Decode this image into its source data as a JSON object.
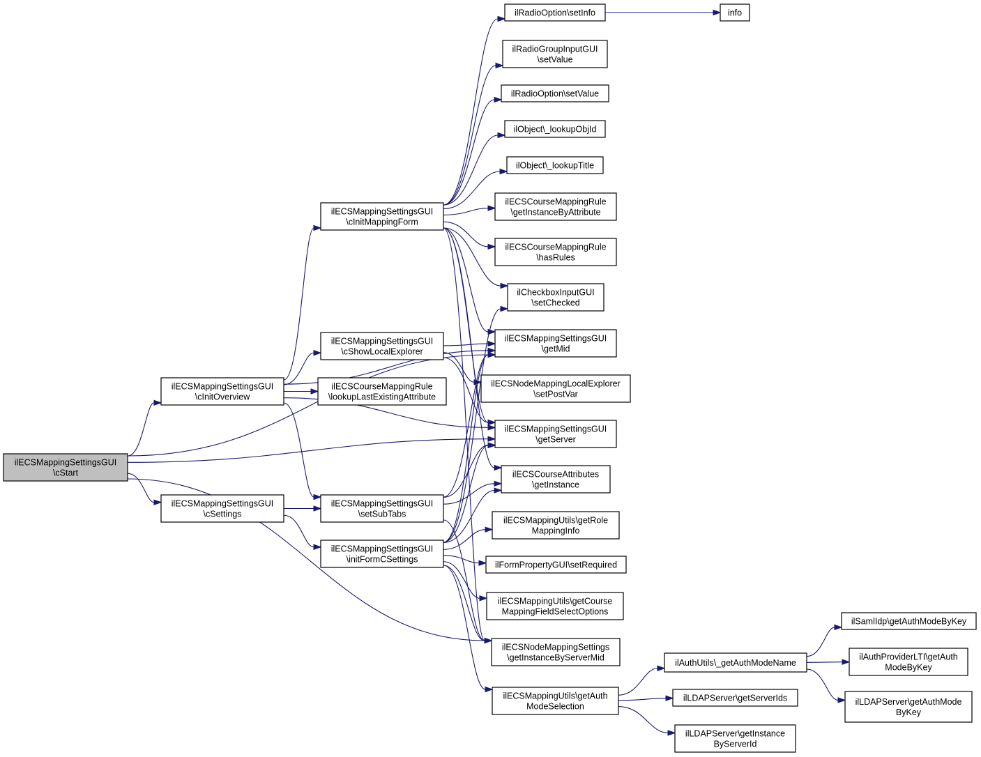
{
  "colors": {
    "edge": "#191970",
    "node_fill": "#ffffff",
    "node_highlight_fill": "#bfbfbf",
    "node_border": "#000000"
  },
  "nodes": [
    {
      "id": "cStart",
      "lines": [
        "ilECSMappingSettingsGUI",
        "\\cStart"
      ],
      "highlight": true
    },
    {
      "id": "cInitOverview",
      "lines": [
        "ilECSMappingSettingsGUI",
        "\\cInitOverview"
      ]
    },
    {
      "id": "cSettings",
      "lines": [
        "ilECSMappingSettingsGUI",
        "\\cSettings"
      ]
    },
    {
      "id": "cInitMappingForm",
      "lines": [
        "ilECSMappingSettingsGUI",
        "\\cInitMappingForm"
      ]
    },
    {
      "id": "cShowLocalExplorer",
      "lines": [
        "ilECSMappingSettingsGUI",
        "\\cShowLocalExplorer"
      ]
    },
    {
      "id": "lookupLastExisting",
      "lines": [
        "ilECSCourseMappingRule",
        "\\lookupLastExistingAttribute"
      ]
    },
    {
      "id": "setSubTabs",
      "lines": [
        "ilECSMappingSettingsGUI",
        "\\setSubTabs"
      ]
    },
    {
      "id": "initFormCSettings",
      "lines": [
        "ilECSMappingSettingsGUI",
        "\\initFormCSettings"
      ]
    },
    {
      "id": "radioSetInfo",
      "lines": [
        "ilRadioOption\\setInfo"
      ]
    },
    {
      "id": "info",
      "lines": [
        "info"
      ]
    },
    {
      "id": "radioGroupSetValue",
      "lines": [
        "ilRadioGroupInputGUI",
        "\\setValue"
      ]
    },
    {
      "id": "radioSetValue",
      "lines": [
        "ilRadioOption\\setValue"
      ]
    },
    {
      "id": "lookupObjId",
      "lines": [
        "ilObject\\_lookupObjId"
      ]
    },
    {
      "id": "lookupTitle",
      "lines": [
        "ilObject\\_lookupTitle"
      ]
    },
    {
      "id": "getInstanceByAttribute",
      "lines": [
        "ilECSCourseMappingRule",
        "\\getInstanceByAttribute"
      ]
    },
    {
      "id": "hasRules",
      "lines": [
        "ilECSCourseMappingRule",
        "\\hasRules"
      ]
    },
    {
      "id": "setChecked",
      "lines": [
        "ilCheckboxInputGUI",
        "\\setChecked"
      ]
    },
    {
      "id": "getMid",
      "lines": [
        "ilECSMappingSettingsGUI",
        "\\getMid"
      ]
    },
    {
      "id": "setPostVar",
      "lines": [
        "ilECSNodeMappingLocalExplorer",
        "\\setPostVar"
      ]
    },
    {
      "id": "getServer",
      "lines": [
        "ilECSMappingSettingsGUI",
        "\\getServer"
      ]
    },
    {
      "id": "courseAttrGetInstance",
      "lines": [
        "ilECSCourseAttributes",
        "\\getInstance"
      ]
    },
    {
      "id": "getRoleMappingInfo",
      "lines": [
        "ilECSMappingUtils\\getRole",
        "MappingInfo"
      ]
    },
    {
      "id": "setRequired",
      "lines": [
        "ilFormPropertyGUI\\setRequired"
      ]
    },
    {
      "id": "getCourseMappingFieldSelectOptions",
      "lines": [
        "ilECSMappingUtils\\getCourse",
        "MappingFieldSelectOptions"
      ]
    },
    {
      "id": "getInstanceByServerMid",
      "lines": [
        "ilECSNodeMappingSettings",
        "\\getInstanceByServerMid"
      ]
    },
    {
      "id": "getAuthModeSelection",
      "lines": [
        "ilECSMappingUtils\\getAuth",
        "ModeSelection"
      ]
    },
    {
      "id": "getAuthModeName",
      "lines": [
        "ilAuthUtils\\_getAuthModeName"
      ]
    },
    {
      "id": "ldapGetServerIds",
      "lines": [
        "ilLDAPServer\\getServerIds"
      ]
    },
    {
      "id": "ldapGetInstanceByServerId",
      "lines": [
        "ilLDAPServer\\getInstance",
        "ByServerId"
      ]
    },
    {
      "id": "samlGetAuthModeByKey",
      "lines": [
        "ilSamlIdp\\getAuthModeByKey"
      ]
    },
    {
      "id": "ltiGetAuthModeByKey",
      "lines": [
        "ilAuthProviderLTI\\getAuth",
        "ModeByKey"
      ]
    },
    {
      "id": "ldapGetAuthModeByKey",
      "lines": [
        "ilLDAPServer\\getAuthMode",
        "ByKey"
      ]
    }
  ],
  "edges": [
    [
      "cStart",
      "cInitOverview"
    ],
    [
      "cStart",
      "cSettings"
    ],
    [
      "cStart",
      "getMid"
    ],
    [
      "cStart",
      "getServer"
    ],
    [
      "cStart",
      "getInstanceByServerMid"
    ],
    [
      "cInitOverview",
      "cInitMappingForm"
    ],
    [
      "cInitOverview",
      "cShowLocalExplorer"
    ],
    [
      "cInitOverview",
      "lookupLastExisting"
    ],
    [
      "cInitOverview",
      "getMid"
    ],
    [
      "cInitOverview",
      "getServer"
    ],
    [
      "cInitOverview",
      "setSubTabs"
    ],
    [
      "cSettings",
      "setSubTabs"
    ],
    [
      "cSettings",
      "initFormCSettings"
    ],
    [
      "cInitMappingForm",
      "radioSetInfo"
    ],
    [
      "cInitMappingForm",
      "radioGroupSetValue"
    ],
    [
      "cInitMappingForm",
      "radioSetValue"
    ],
    [
      "cInitMappingForm",
      "lookupObjId"
    ],
    [
      "cInitMappingForm",
      "lookupTitle"
    ],
    [
      "cInitMappingForm",
      "getInstanceByAttribute"
    ],
    [
      "cInitMappingForm",
      "hasRules"
    ],
    [
      "cInitMappingForm",
      "setChecked"
    ],
    [
      "cInitMappingForm",
      "getMid"
    ],
    [
      "cInitMappingForm",
      "getServer"
    ],
    [
      "cInitMappingForm",
      "courseAttrGetInstance"
    ],
    [
      "cInitMappingForm",
      "getInstanceByServerMid"
    ],
    [
      "cShowLocalExplorer",
      "getMid"
    ],
    [
      "cShowLocalExplorer",
      "setPostVar"
    ],
    [
      "cShowLocalExplorer",
      "getServer"
    ],
    [
      "setSubTabs",
      "getMid"
    ],
    [
      "setSubTabs",
      "getServer"
    ],
    [
      "setSubTabs",
      "courseAttrGetInstance"
    ],
    [
      "setSubTabs",
      "getInstanceByServerMid"
    ],
    [
      "initFormCSettings",
      "setChecked"
    ],
    [
      "initFormCSettings",
      "getMid"
    ],
    [
      "initFormCSettings",
      "getServer"
    ],
    [
      "initFormCSettings",
      "courseAttrGetInstance"
    ],
    [
      "initFormCSettings",
      "getRoleMappingInfo"
    ],
    [
      "initFormCSettings",
      "setRequired"
    ],
    [
      "initFormCSettings",
      "getCourseMappingFieldSelectOptions"
    ],
    [
      "initFormCSettings",
      "getInstanceByServerMid"
    ],
    [
      "initFormCSettings",
      "getAuthModeSelection"
    ],
    [
      "radioSetInfo",
      "info"
    ],
    [
      "getAuthModeSelection",
      "getAuthModeName"
    ],
    [
      "getAuthModeSelection",
      "ldapGetServerIds"
    ],
    [
      "getAuthModeSelection",
      "ldapGetInstanceByServerId"
    ],
    [
      "getAuthModeName",
      "samlGetAuthModeByKey"
    ],
    [
      "getAuthModeName",
      "ltiGetAuthModeByKey"
    ],
    [
      "getAuthModeName",
      "ldapGetAuthModeByKey"
    ]
  ]
}
